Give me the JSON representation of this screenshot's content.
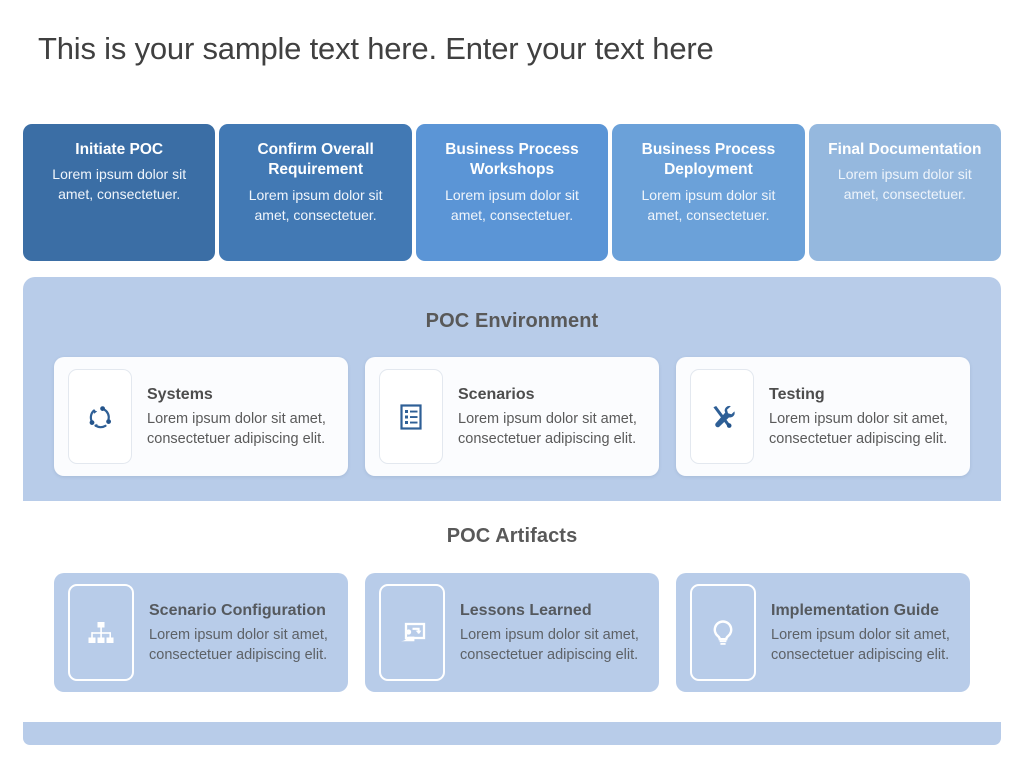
{
  "slide": {
    "title": "This is your sample text here. Enter your text here",
    "colors": {
      "accent_dark": "#3b6ea5",
      "accent_mid": "#5b95d6",
      "accent_light": "#95b8de",
      "panel_blue": "#b8cce9",
      "heading_gray": "#595959",
      "icon_blue": "#2e5f96"
    }
  },
  "phases": [
    {
      "title": "Initiate POC",
      "desc": "Lorem ipsum dolor sit amet, consectetuer.",
      "color": "#3b6ea5"
    },
    {
      "title": "Confirm Overall Requirement",
      "desc": "Lorem ipsum dolor sit amet, consectetuer.",
      "color": "#4279b4"
    },
    {
      "title": "Business Process Workshops",
      "desc": "Lorem ipsum dolor sit amet, consectetuer.",
      "color": "#5b95d6"
    },
    {
      "title": "Business Process Deployment",
      "desc": "Lorem ipsum dolor sit amet, consectetuer.",
      "color": "#6ba1d9"
    },
    {
      "title": "Final Documentation",
      "desc": "Lorem ipsum dolor sit amet, consectetuer.",
      "color": "#95b8de"
    }
  ],
  "environment": {
    "heading": "POC Environment",
    "tiles": [
      {
        "icon": "cycle-icon",
        "title": "Systems",
        "desc": "Lorem ipsum dolor sit amet, consectetuer adipiscing elit."
      },
      {
        "icon": "checklist-icon",
        "title": "Scenarios",
        "desc": "Lorem ipsum dolor sit amet, consectetuer adipiscing elit."
      },
      {
        "icon": "tools-icon",
        "title": "Testing",
        "desc": "Lorem ipsum dolor sit amet, consectetuer adipiscing elit."
      }
    ]
  },
  "artifacts": {
    "heading": "POC Artifacts",
    "tiles": [
      {
        "icon": "hierarchy-icon",
        "title": "Scenario Configuration",
        "desc": "Lorem ipsum dolor sit amet, consectetuer adipiscing elit."
      },
      {
        "icon": "presentation-icon",
        "title": "Lessons Learned",
        "desc": "Lorem ipsum dolor sit amet, consectetuer adipiscing elit."
      },
      {
        "icon": "lightbulb-icon",
        "title": "Implementation Guide",
        "desc": "Lorem ipsum dolor sit amet, consectetuer adipiscing elit."
      }
    ]
  }
}
